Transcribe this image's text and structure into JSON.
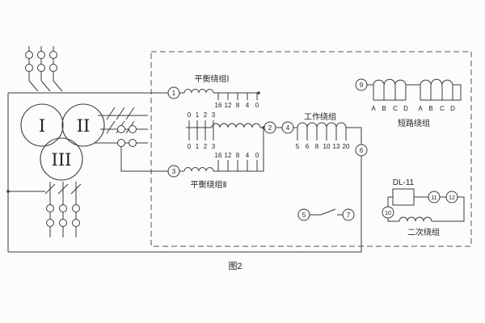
{
  "caption": "图2",
  "transformer": {
    "w1": "I",
    "w2": "II",
    "w3": "III"
  },
  "terminals": {
    "t1": "1",
    "t2": "2",
    "t3": "3",
    "t4": "4",
    "t5": "5",
    "t6": "6",
    "t7": "7",
    "t9": "9",
    "t10": "10",
    "t11": "11",
    "t12": "12"
  },
  "balance1": {
    "label": "平衡绕组Ⅰ",
    "taps": [
      "16",
      "12",
      "8",
      "4",
      "0"
    ],
    "side_taps": [
      "0",
      "1",
      "2",
      "3"
    ]
  },
  "balance2": {
    "label": "平衡绕组Ⅱ",
    "taps": [
      "16",
      "12",
      "8",
      "4",
      "0"
    ],
    "side_taps": [
      "0",
      "1",
      "2",
      "3"
    ]
  },
  "working": {
    "label": "工作绕组",
    "taps": [
      "5",
      "6",
      "8",
      "10",
      "13",
      "20"
    ]
  },
  "short_circuit": {
    "label": "短路绕组",
    "left_phases": [
      "A",
      "B",
      "C",
      "D"
    ],
    "right_phases": [
      "A",
      "B",
      "C",
      "D"
    ]
  },
  "secondary": {
    "label": "二次绕组"
  },
  "relay": {
    "label": "DL-11"
  },
  "colors": {
    "line": "#3a3a3a",
    "background": "#fcfcfc"
  }
}
